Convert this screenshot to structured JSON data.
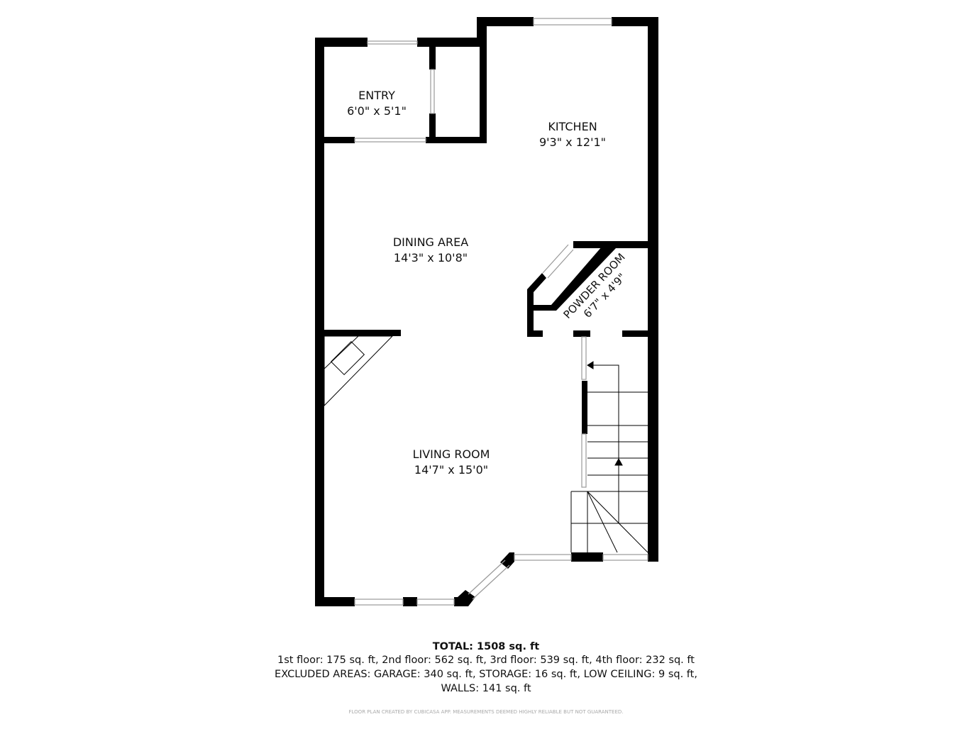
{
  "rooms": [
    {
      "name": "ENTRY",
      "size": "6'0\" x 5'1\""
    },
    {
      "name": "KITCHEN",
      "size": "9'3\" x 12'1\""
    },
    {
      "name": "DINING AREA",
      "size": "14'3\" x 10'8\""
    },
    {
      "name": "POWDER ROOM",
      "size": "6'7\" x 4'9\""
    },
    {
      "name": "LIVING ROOM",
      "size": "14'7\" x 15'0\""
    }
  ],
  "summary": {
    "total": "TOTAL: 1508 sq. ft",
    "floors": "1st floor: 175 sq. ft, 2nd floor: 562 sq. ft, 3rd floor: 539 sq. ft, 4th floor: 232 sq. ft",
    "excluded": "EXCLUDED AREAS: GARAGE: 340 sq. ft, STORAGE: 16 sq. ft, LOW CEILING: 9 sq. ft,",
    "walls": "WALLS: 141 sq. ft",
    "disclaimer": "FLOOR PLAN CREATED BY CUBICASA APP. MEASUREMENTS DEEMED HIGHLY RELIABLE BUT NOT GUARANTEED."
  },
  "colors": {
    "wall": "#000000",
    "window": "#bbbbbb"
  }
}
